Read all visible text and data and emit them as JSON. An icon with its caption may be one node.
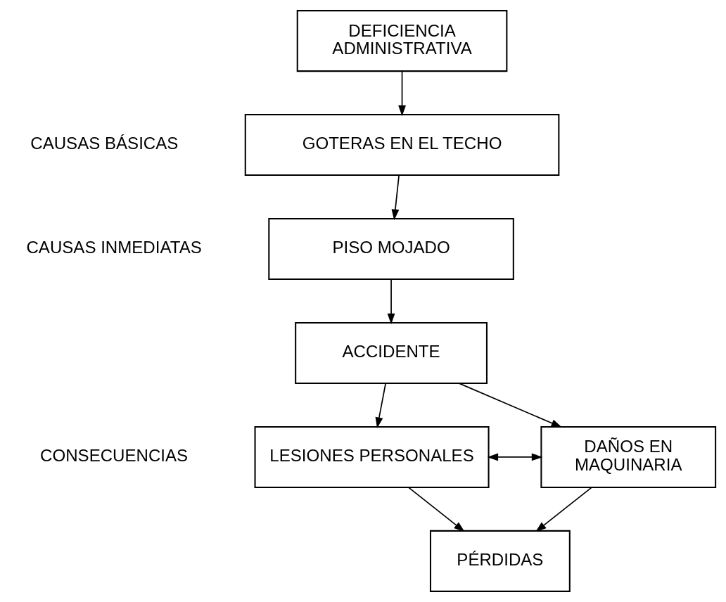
{
  "diagram": {
    "nodes": [
      {
        "text": [
          "DEFICIENCIA ADMINISTRATIVA"
        ]
      },
      {
        "text": [
          "GOTERAS EN EL TECHO"
        ]
      },
      {
        "text": [
          "PISO MOJADO"
        ]
      },
      {
        "text": [
          "ACCIDENTE"
        ]
      },
      {
        "text": [
          "LESIONES PERSONALES"
        ]
      },
      {
        "text": [
          "DAÑOS EN MAQUINARIA"
        ]
      },
      {
        "text": [
          "PÉRDIDAS"
        ]
      }
    ],
    "edges": [
      {
        "from": 0,
        "to": 1,
        "arrow": "to"
      },
      {
        "from": 1,
        "to": 2,
        "arrow": "to"
      },
      {
        "from": 2,
        "to": 3,
        "arrow": "to"
      },
      {
        "from": 3,
        "to": 4,
        "arrow": "to"
      },
      {
        "from": 3,
        "to": 5,
        "arrow": "to"
      },
      {
        "from": 4,
        "to": 5,
        "arrow": "both"
      },
      {
        "from": 4,
        "to": 6,
        "arrow": "to"
      },
      {
        "from": 5,
        "to": 6,
        "arrow": "to"
      }
    ],
    "labels": [
      "CAUSAS BÁSICAS",
      "CAUSAS INMEDIATAS",
      "CONSECUENCIAS"
    ]
  }
}
